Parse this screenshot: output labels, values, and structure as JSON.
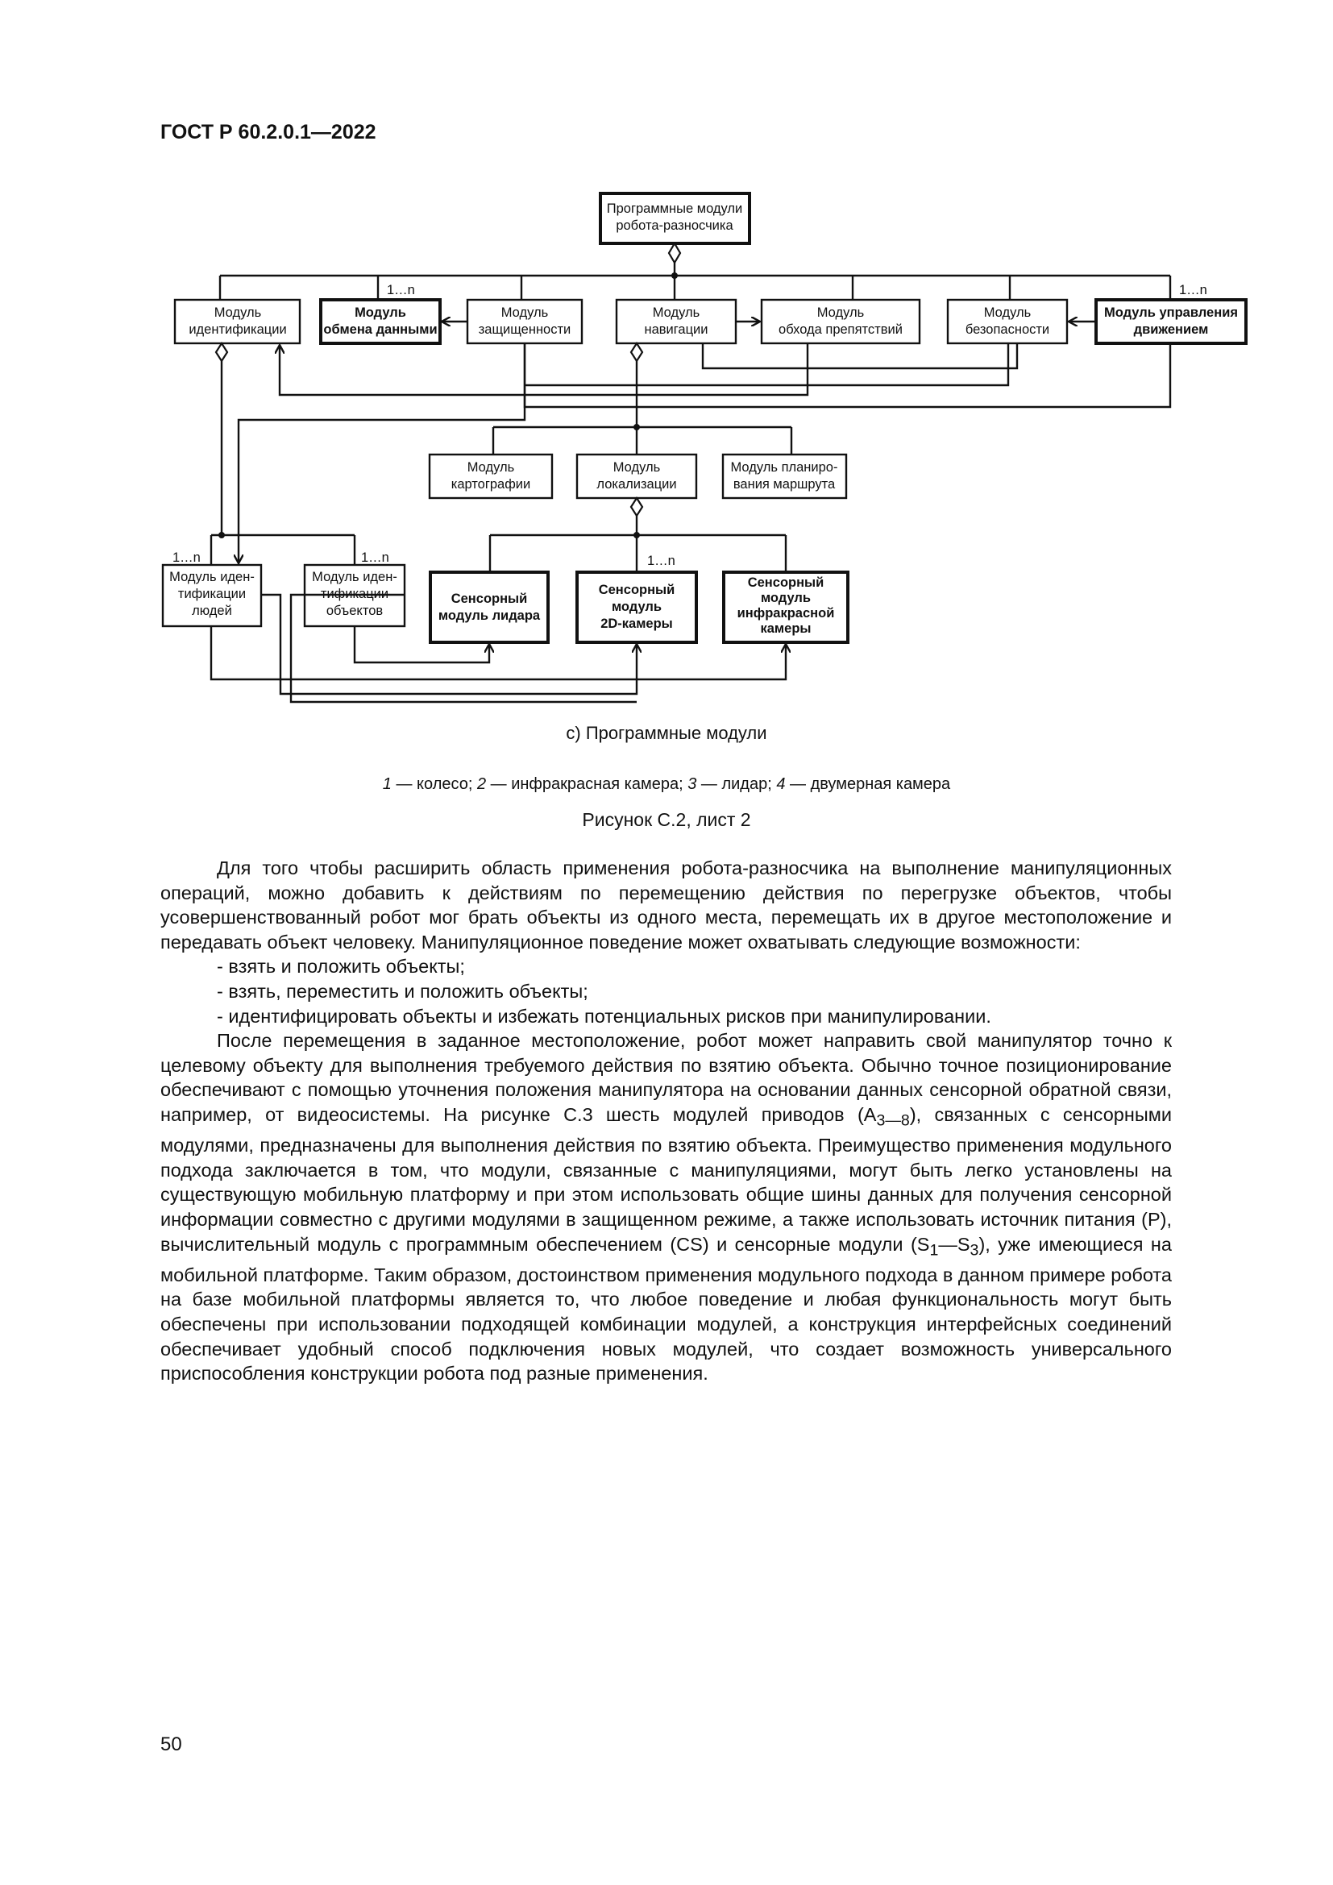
{
  "header": {
    "title": "ГОСТ Р 60.2.0.1—2022"
  },
  "diagram": {
    "root": [
      "Программные модули",
      "робота-разносчика"
    ],
    "level1": [
      {
        "lines": [
          "Модуль",
          "идентификации"
        ],
        "bold": false
      },
      {
        "lines": [
          "Модуль",
          "обмена данными"
        ],
        "bold": true
      },
      {
        "lines": [
          "Модуль",
          "защищенности"
        ],
        "bold": false
      },
      {
        "lines": [
          "Модуль",
          "навигации"
        ],
        "bold": false
      },
      {
        "lines": [
          "Модуль",
          "обхода препятствий"
        ],
        "bold": false
      },
      {
        "lines": [
          "Модуль",
          "безопасности"
        ],
        "bold": false
      },
      {
        "lines": [
          "Модуль управления",
          "движением"
        ],
        "bold": true
      }
    ],
    "level2": [
      {
        "lines": [
          "Модуль",
          "картографии"
        ]
      },
      {
        "lines": [
          "Модуль",
          "локализации"
        ]
      },
      {
        "lines": [
          "Модуль планиро-",
          "вания маршрута"
        ]
      }
    ],
    "level3_ident": [
      {
        "lines": [
          "Модуль иден-",
          "тификации",
          "людей"
        ]
      },
      {
        "lines": [
          "Модуль иден-",
          "тификации",
          "объектов"
        ]
      }
    ],
    "level3_sensors": [
      {
        "lines": [
          "Сенсорный",
          "модуль лидара"
        ]
      },
      {
        "lines": [
          "Сенсорный",
          "модуль",
          "2D-камеры"
        ]
      },
      {
        "lines": [
          "Сенсорный",
          "модуль",
          "инфракрасной",
          "камеры"
        ]
      }
    ],
    "multiplicity": "1…n"
  },
  "subcaption": "с) Программные модули",
  "legend": [
    {
      "num": "1",
      "text": " — колесо; "
    },
    {
      "num": "2",
      "text": " — инфракрасная камера; "
    },
    {
      "num": "3",
      "text": " — лидар; "
    },
    {
      "num": "4",
      "text": " — двумерная камера"
    }
  ],
  "figure_caption": "Рисунок С.2, лист 2",
  "body": {
    "p1": "Для того чтобы расширить область применения робота-разносчика на выполнение манипуляционных операций, можно добавить к действиям по перемещению действия по перегрузке объектов, чтобы усовершенствованный робот мог брать объекты из одного места, перемещать их в другое местоположение и передавать объект человеку. Манипуляционное поведение может охватывать следующие возможности:",
    "bullets": [
      "взять и положить объекты;",
      "взять, переместить и положить объекты;",
      "идентифицировать объекты и избежать потенциальных рисков при манипулировании."
    ],
    "p2_a": "После перемещения в заданное местоположение, робот может направить свой манипулятор точно к целевому объекту для выполнения требуемого действия по взятию объекта. Обычно точное позиционирование обеспечивают с помощью уточнения положения манипулятора на основании данных сенсорной обратной связи, например, от видеосистемы. На рисунке С.3 шесть модулей приводов (A",
    "p2_sub1": "3—8",
    "p2_b": "), связанных с сенсорными модулями, предназначены для выполнения действия по взятию объекта. Преимущество применения модульного подхода заключается в том, что модули, связанные с манипуляциями, могут быть легко установлены на существующую мобильную платформу и при этом использовать общие шины данных для получения сенсорной информации совместно с другими модулями в защищенном режиме, а также использовать источник питания (P), вычислительный модуль с программным обеспечением (CS) и сенсорные модули (S",
    "p2_sub2": "1",
    "p2_c": "—S",
    "p2_sub3": "3",
    "p2_d": "), уже имеющиеся на мобильной платформе. Таким образом, достоинством применения модульного подхода в данном примере робота на базе мобильной платформы является то, что любое поведение и любая функциональность могут быть обеспечены при использовании подходящей комбинации модулей, а конструкция интерфейсных соединений обеспечивает удобный способ подключения новых модулей, что создает возможность универсального приспособления конструкции робота под разные применения."
  },
  "page_number": "50"
}
